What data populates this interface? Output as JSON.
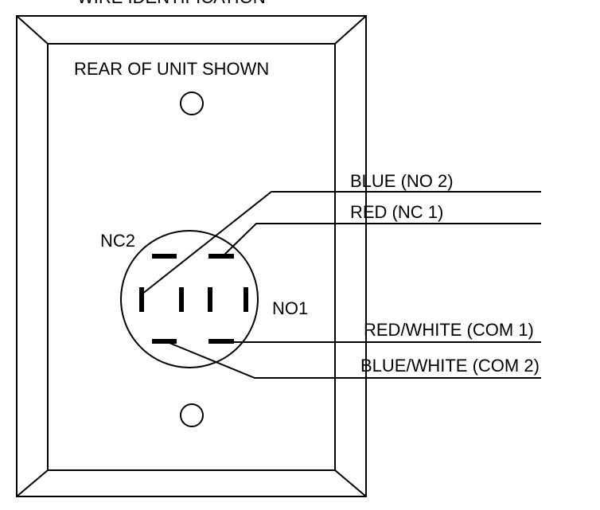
{
  "diagram": {
    "title": "WIRE IDENTIFICATION",
    "subtitle": "REAR OF UNIT SHOWN",
    "terminal_labels": {
      "nc2": "NC2",
      "no1": "NO1"
    },
    "wires": [
      {
        "id": "blue-no2",
        "label": "BLUE (NO 2)"
      },
      {
        "id": "red-nc1",
        "label": "RED (NC 1)"
      },
      {
        "id": "red-white-com1",
        "label": "RED/WHITE (COM 1)"
      },
      {
        "id": "blue-white-com2",
        "label": "BLUE/WHITE (COM 2)"
      }
    ],
    "colors": {
      "line": "#000000",
      "background": "#ffffff"
    }
  }
}
